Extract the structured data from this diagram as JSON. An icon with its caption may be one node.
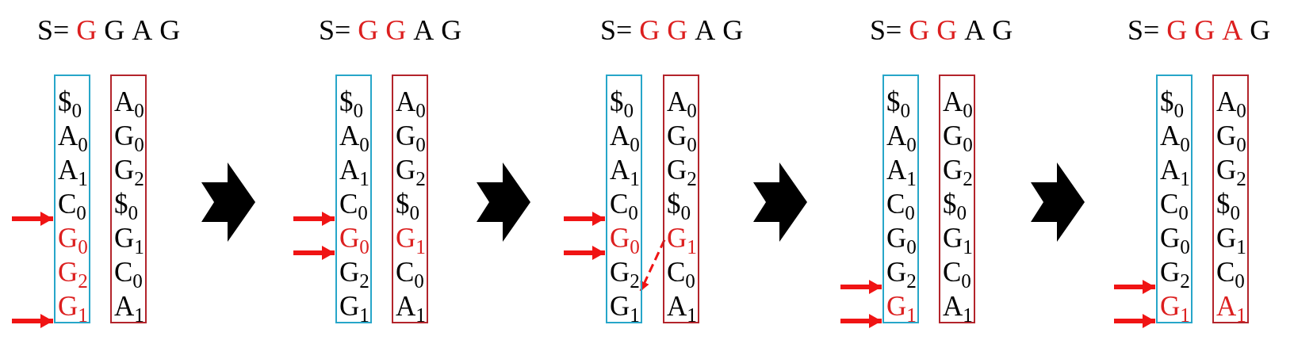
{
  "diagram": {
    "nodes": [
      {
        "text": [],
        "shape": "box"
      },
      {
        "text": [
          "$$_{0}$"
        ],
        "in": 0
      },
      {
        "text": [
          "A$_{0}$"
        ],
        "in": 0
      },
      {
        "text": [
          "A$_{1}$"
        ],
        "in": 0
      },
      {
        "text": [
          "C$_{0}$"
        ],
        "in": 0
      },
      {
        "text": [
          "G$_{0}$"
        ],
        "in": 0
      },
      {
        "text": [
          "G$_{2}$"
        ],
        "in": 0
      },
      {
        "text": [
          "G$_{1}$"
        ],
        "in": 0
      },
      {
        "text": [],
        "shape": "box"
      },
      {
        "text": [
          "A$_{0}$"
        ],
        "in": 8
      },
      {
        "text": [
          "G$_{0}$"
        ],
        "in": 8
      },
      {
        "text": [
          "G$_{2}$"
        ],
        "in": 8
      },
      {
        "text": [
          "$$_{0}$"
        ],
        "in": 8
      },
      {
        "text": [
          "G$_{1}$"
        ],
        "in": 8
      },
      {
        "text": [
          "C$_{0}$"
        ],
        "in": 8
      },
      {
        "text": [
          "A$_{1}$"
        ],
        "in": 8
      },
      {
        "text": [],
        "shape": "box"
      },
      {
        "text": [
          "$$_{0}$"
        ],
        "in": 16
      },
      {
        "text": [
          "A$_{0}$"
        ],
        "in": 16
      },
      {
        "text": [
          "A$_{1}$"
        ],
        "in": 16
      },
      {
        "text": [
          "C$_{0}$"
        ],
        "in": 16
      },
      {
        "text": [
          "G$_{0}$"
        ],
        "in": 16
      },
      {
        "text": [
          "G$_{2}$"
        ],
        "in": 16
      },
      {
        "text": [
          "G$_{1}$"
        ],
        "in": 16
      },
      {
        "text": [],
        "shape": "box"
      },
      {
        "text": [
          "A$_{0}$"
        ],
        "in": 24
      },
      {
        "text": [
          "G$_{0}$"
        ],
        "in": 24
      },
      {
        "text": [
          "G$_{2}$"
        ],
        "in": 24
      },
      {
        "text": [
          "$$_{0}$"
        ],
        "in": 24
      },
      {
        "text": [
          "G$_{1}$"
        ],
        "in": 24
      },
      {
        "text": [
          "C$_{0}$"
        ],
        "in": 24
      },
      {
        "text": [
          "A$_{1}$"
        ],
        "in": 24
      },
      {
        "text": [],
        "shape": "box"
      },
      {
        "text": [
          "$$_{0}$"
        ],
        "in": 32
      },
      {
        "text": [
          "A$_{0}$"
        ],
        "in": 32
      },
      {
        "text": [
          "A$_{1}$"
        ],
        "in": 32
      },
      {
        "text": [
          "C$_{0}$"
        ],
        "in": 32
      },
      {
        "text": [
          "G$_{0}$"
        ],
        "in": 32
      },
      {
        "text": [
          "G$_{2}$"
        ],
        "in": 32
      },
      {
        "text": [
          "G$_{1}$"
        ],
        "in": 32
      },
      {
        "text": [],
        "shape": "box"
      },
      {
        "text": [
          "A$_{0}$"
        ],
        "in": 40
      },
      {
        "text": [
          "G$_{0}$"
        ],
        "in": 40
      },
      {
        "text": [
          "G$_{2}$"
        ],
        "in": 40
      },
      {
        "text": [
          "$$_{0}$"
        ],
        "in": 40
      },
      {
        "text": [
          "G$_{1}$"
        ],
        "in": 40
      },
      {
        "text": [
          "C$_{0}$"
        ],
        "in": 40
      },
      {
        "text": [
          "A$_{1}$"
        ],
        "in": 40
      },
      {
        "text": [],
        "shape": "box"
      },
      {
        "text": [
          "$$_{0}$"
        ],
        "in": 48
      },
      {
        "text": [
          "A$_{0}$"
        ],
        "in": 48
      },
      {
        "text": [
          "A$_{1}$"
        ],
        "in": 48
      },
      {
        "text": [
          "C$_{0}$"
        ],
        "in": 48
      },
      {
        "text": [
          "G$_{0}$"
        ],
        "in": 48
      },
      {
        "text": [
          "G$_{2}$"
        ],
        "in": 48
      },
      {
        "text": [
          "G$_{1}$"
        ],
        "in": 48
      },
      {
        "text": [],
        "shape": "box"
      },
      {
        "text": [
          "A$_{0}$"
        ],
        "in": 56
      },
      {
        "text": [
          "G$_{0}$"
        ],
        "in": 56
      },
      {
        "text": [
          "G$_{2}$"
        ],
        "in": 56
      },
      {
        "text": [
          "$$_{0}$"
        ],
        "in": 56
      },
      {
        "text": [
          "G$_{1}$"
        ],
        "in": 56
      },
      {
        "text": [
          "C$_{0}$"
        ],
        "in": 56
      },
      {
        "text": [
          "A$_{1}$"
        ],
        "in": 56
      },
      {
        "text": [],
        "shape": "box"
      },
      {
        "text": [
          "$$_{0}$"
        ],
        "in": 64
      },
      {
        "text": [
          "A$_{0}$"
        ],
        "in": 64
      },
      {
        "text": [
          "A$_{1}$"
        ],
        "in": 64
      },
      {
        "text": [
          "C$_{0}$"
        ],
        "in": 64
      },
      {
        "text": [
          "G$_{0}$"
        ],
        "in": 64
      },
      {
        "text": [
          "G$_{2}$"
        ],
        "in": 64
      },
      {
        "text": [
          "G$_{1}$"
        ],
        "in": 64
      },
      {
        "text": [],
        "shape": "box"
      },
      {
        "text": [
          "A$_{0}$"
        ],
        "in": 72
      },
      {
        "text": [
          "G$_{0}$"
        ],
        "in": 72
      },
      {
        "text": [
          "G$_{2}$"
        ],
        "in": 72
      },
      {
        "text": [
          "$$_{0}$"
        ],
        "in": 72
      },
      {
        "text": [
          "G$_{1}$"
        ],
        "in": 72
      },
      {
        "text": [
          "C$_{0}$"
        ],
        "in": 72
      },
      {
        "text": [
          "A$_{1}$"
        ],
        "in": 72
      }
    ],
    "edges": [
      {
        "from": null,
        "to": 5,
        "arrow": "to"
      },
      {
        "from": null,
        "to": 7,
        "arrow": "to"
      },
      {
        "from": null,
        "to": 21,
        "arrow": "to"
      },
      {
        "from": null,
        "to": 21,
        "arrow": "to"
      },
      {
        "from": null,
        "to": 37,
        "arrow": "to"
      },
      {
        "from": null,
        "to": 37,
        "arrow": "to"
      },
      {
        "from": 45,
        "to": 39,
        "arrow": "to",
        "style": "dashed"
      },
      {
        "from": null,
        "to": 55,
        "arrow": "to"
      },
      {
        "from": null,
        "to": 55,
        "arrow": "to"
      },
      {
        "from": null,
        "to": 71,
        "arrow": "to"
      },
      {
        "from": null,
        "to": 71,
        "arrow": "to"
      }
    ],
    "labels": [
      "S=",
      "G",
      "G",
      "A",
      "G",
      "S=",
      "G",
      "G",
      "A",
      "G",
      "S=",
      "G",
      "G",
      "A",
      "G",
      "S=",
      "G",
      "G",
      "A",
      "G",
      "S=",
      "G",
      "G",
      "A",
      "G"
    ]
  }
}
